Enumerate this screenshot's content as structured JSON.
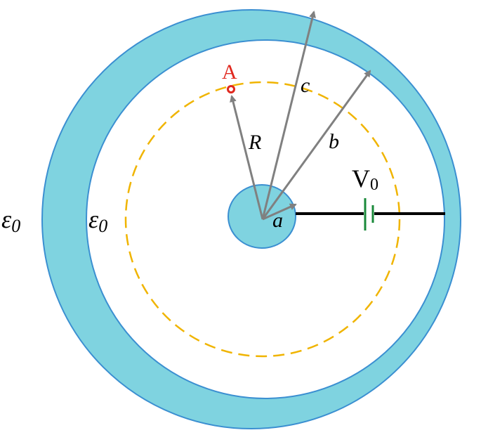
{
  "colors": {
    "shell_fill": "#7fd3e0",
    "shell_stroke": "#3b8fd1",
    "core_fill": "#7fd3e0",
    "gaussian_dash": "#f0b400",
    "point_A": "#e0281e",
    "arrow": "#808080",
    "wire": "#000000",
    "battery": "#1a8a3a",
    "text": "#000000"
  },
  "labels": {
    "point_A": "A",
    "radius_R": "R",
    "radius_c": "c",
    "radius_b": "b",
    "radius_a": "a",
    "voltage": "V",
    "voltage_sub": "0",
    "permittivity_outer": "ε",
    "permittivity_outer_sub": "0",
    "permittivity_inner": "ε",
    "permittivity_inner_sub": "0"
  }
}
